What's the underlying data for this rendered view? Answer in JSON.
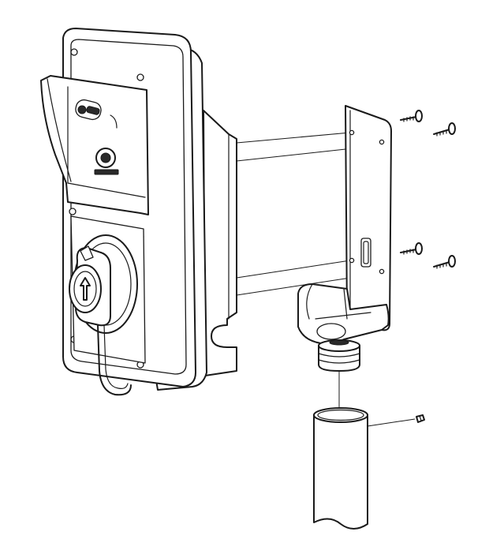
{
  "diagram": {
    "parts": [
      "charging-station",
      "wall-mount-bracket",
      "mounting-screws",
      "pole-adapter",
      "pole",
      "set-screw"
    ],
    "screw_count": 4,
    "colors": {
      "line": "#1a1a1a",
      "fill": "#ffffff",
      "shade": "#cfcfcf"
    }
  }
}
